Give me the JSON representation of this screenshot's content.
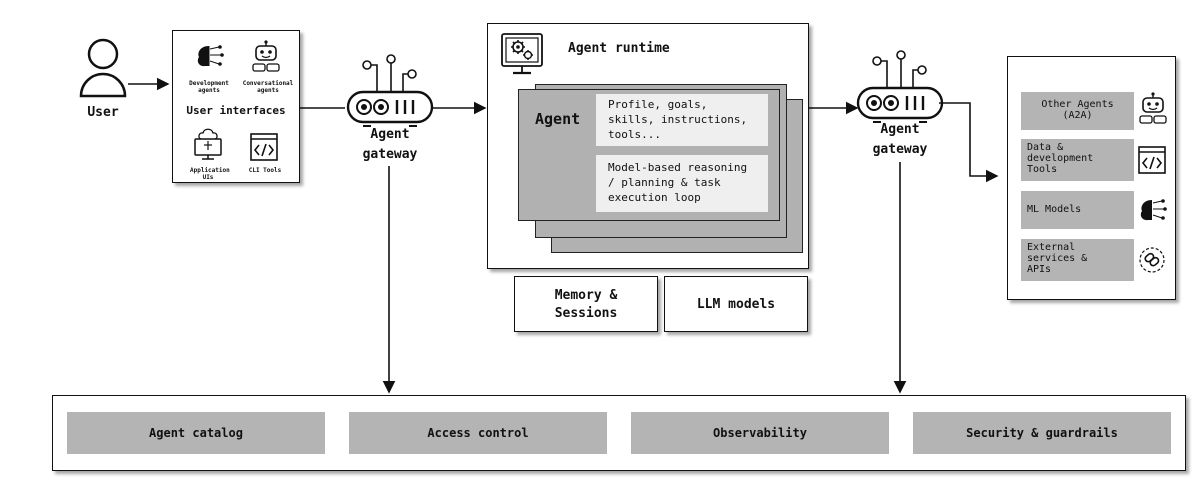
{
  "user": {
    "label": "User"
  },
  "user_interfaces": {
    "title": "User interfaces",
    "items": [
      "Development agents",
      "Conversational agents",
      "Application UIs",
      "CLI Tools"
    ]
  },
  "gateway_left": {
    "label_line1": "Agent",
    "label_line2": "gateway"
  },
  "gateway_right": {
    "label_line1": "Agent",
    "label_line2": "gateway"
  },
  "runtime": {
    "title": "Agent runtime",
    "agent_label": "Agent",
    "note1": [
      "Profile, goals,",
      "skills, instructions,",
      "tools..."
    ],
    "note2": [
      "Model-based reasoning",
      "/ planning & task",
      "execution loop"
    ]
  },
  "runtime_services": {
    "memory": [
      "Memory &",
      "Sessions"
    ],
    "llm": "LLM models"
  },
  "tools": [
    {
      "lines": [
        "Other Agents",
        "(A2A)"
      ],
      "icon": "robot-icon"
    },
    {
      "lines": [
        "Data &",
        "development",
        "Tools"
      ],
      "icon": "code-window-icon"
    },
    {
      "lines": [
        "ML Models"
      ],
      "icon": "brain-icon"
    },
    {
      "lines": [
        "External",
        "services &",
        "APIs"
      ],
      "icon": "api-link-icon"
    }
  ],
  "footer": {
    "items": [
      "Agent catalog",
      "Access control",
      "Observability",
      "Security & guardrails"
    ]
  }
}
